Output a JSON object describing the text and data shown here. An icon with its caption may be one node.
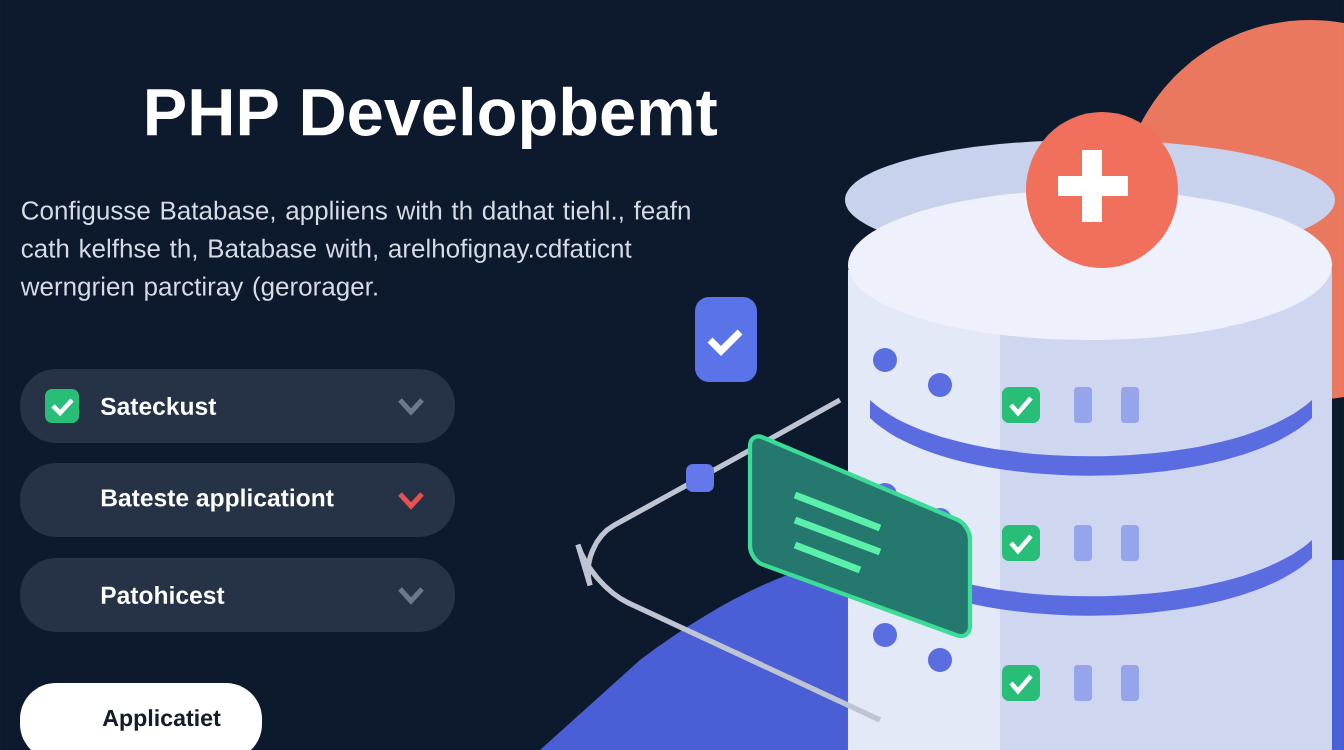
{
  "diagram": {
    "title": "PHP Developbemt",
    "nodes": [
      {
        "text": [
          "Sateckust"
        ]
      },
      {
        "text": [
          "Bateste applicationt"
        ]
      },
      {
        "text": [
          "Patohicest"
        ]
      },
      {
        "text": [
          "Applicatiet"
        ]
      }
    ],
    "labels": [
      "Configusse Batabase, appliiens with th dathat tiehl., feafn cath kelfhse th, Batabase with, arelhofignay.cdfaticnt werngrien parctiray (gerorager."
    ]
  }
}
